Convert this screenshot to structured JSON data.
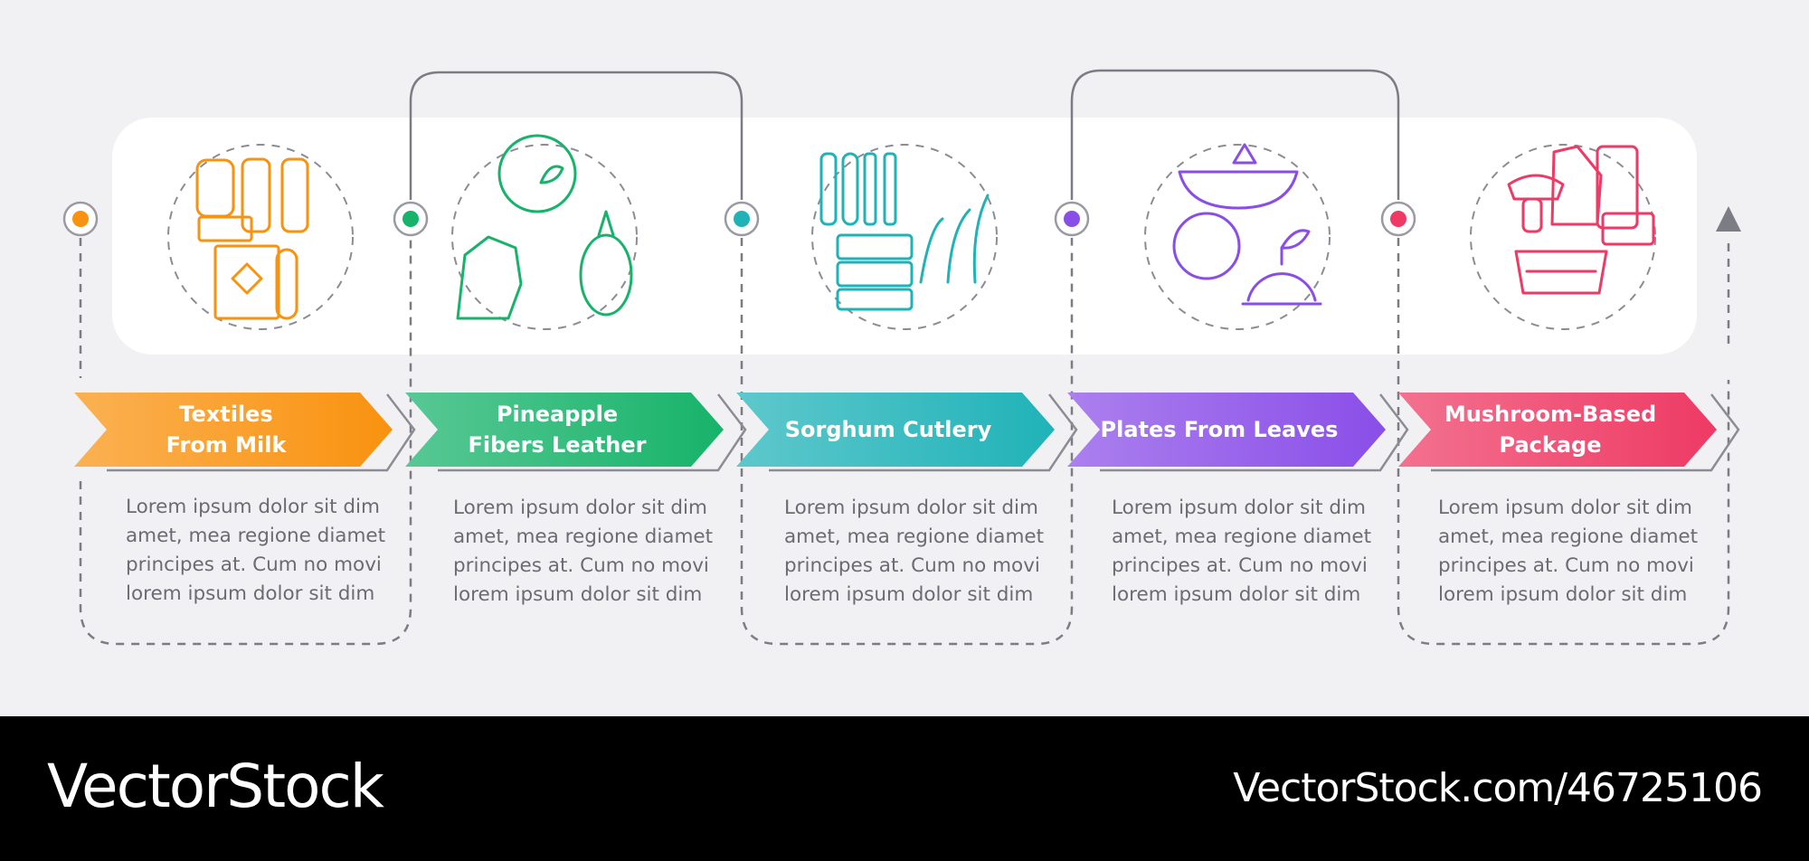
{
  "steps": [
    {
      "title": "Textiles\nFrom Milk",
      "color": "#f9920f",
      "description": "Lorem ipsum dolor sit dim amet, mea regione diamet principes at. Cum no movi lorem ipsum dolor sit dim",
      "icon": "textiles-from-milk-icon"
    },
    {
      "title": "Pineapple\nFibers Leather",
      "color": "#17b36a",
      "description": "Lorem ipsum dolor sit dim amet, mea regione diamet principes at. Cum no movi lorem ipsum dolor sit dim",
      "icon": "pineapple-leather-icon"
    },
    {
      "title": "Sorghum Cutlery",
      "color": "#1fb3b8",
      "description": "Lorem ipsum dolor sit dim amet, mea regione diamet principes at. Cum no movi lorem ipsum dolor sit dim",
      "icon": "sorghum-cutlery-icon"
    },
    {
      "title": "Plates From Leaves",
      "color": "#8a4ee8",
      "description": "Lorem ipsum dolor sit dim amet, mea regione diamet principes at. Cum no movi lorem ipsum dolor sit dim",
      "icon": "leaf-plates-icon"
    },
    {
      "title": "Mushroom-Based\nPackage",
      "color": "#ee3a64",
      "description": "Lorem ipsum dolor sit dim amet, mea regione diamet principes at. Cum no movi lorem ipsum dolor sit dim",
      "icon": "mushroom-package-icon"
    }
  ],
  "footer": {
    "brand": "VectorStock",
    "url": "VectorStock.com/46725106"
  }
}
